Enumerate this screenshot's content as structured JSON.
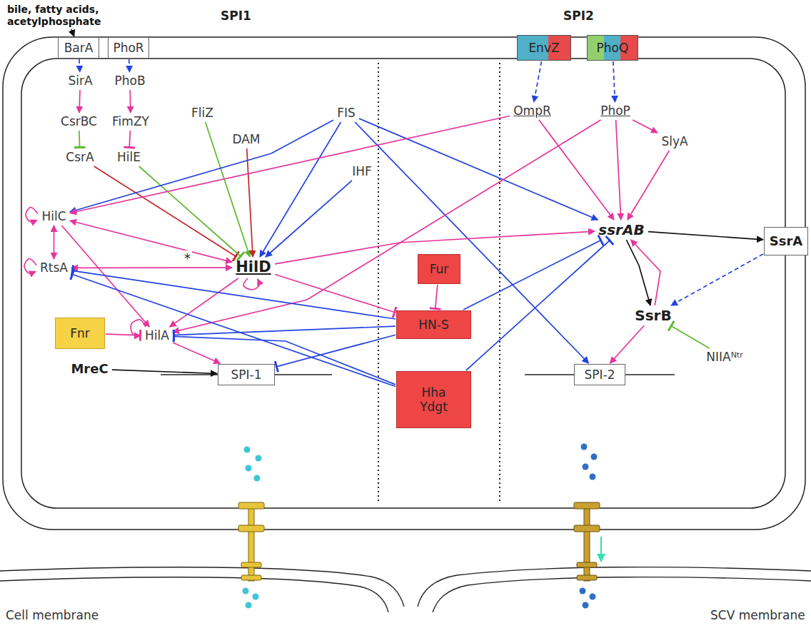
{
  "diagram": {
    "nodes": [
      {
        "text": [
          "bile, fatty acids, acetylphosphate"
        ]
      },
      {
        "text": [
          "BarA"
        ]
      },
      {
        "text": [
          "PhoR"
        ]
      },
      {
        "text": [
          "EnvZ"
        ]
      },
      {
        "text": [
          "PhoQ"
        ]
      },
      {
        "text": [
          "SirA"
        ]
      },
      {
        "text": [
          "PhoB"
        ]
      },
      {
        "text": [
          "FliZ"
        ]
      },
      {
        "text": [
          "DAM"
        ]
      },
      {
        "text": [
          "FIS"
        ]
      },
      {
        "text": [
          "OmpR"
        ]
      },
      {
        "text": [
          "PhoP"
        ]
      },
      {
        "text": [
          "CsrBC"
        ]
      },
      {
        "text": [
          "FimZY"
        ]
      },
      {
        "text": [
          "SlyA"
        ]
      },
      {
        "text": [
          "CsrA"
        ]
      },
      {
        "text": [
          "HilE"
        ]
      },
      {
        "text": [
          "IHF"
        ]
      },
      {
        "text": [
          "HilC"
        ]
      },
      {
        "text": [
          "ssrAB"
        ]
      },
      {
        "text": [
          "SsrA"
        ]
      },
      {
        "text": [
          "HilD"
        ]
      },
      {
        "text": [
          "RtsA"
        ]
      },
      {
        "text": [
          "Fur"
        ]
      },
      {
        "text": [
          "SsrB"
        ]
      },
      {
        "text": [
          "HN-S"
        ]
      },
      {
        "text": [
          "NIIA",
          "Ntr"
        ]
      },
      {
        "text": [
          "Fnr"
        ]
      },
      {
        "text": [
          "HilA"
        ]
      },
      {
        "text": [
          "MreC"
        ]
      },
      {
        "text": [
          "SPI-1"
        ]
      },
      {
        "text": [
          "SPI-2"
        ]
      },
      {
        "text": [
          "Hha Ydgt"
        ]
      }
    ],
    "edges": [
      {
        "from": 0,
        "to": 1,
        "arrow": "to"
      },
      {
        "from": 1,
        "to": 5,
        "arrow": "to"
      },
      {
        "from": 2,
        "to": 6,
        "arrow": "to"
      },
      {
        "from": 3,
        "to": 10,
        "arrow": "to"
      },
      {
        "from": 4,
        "to": 11,
        "arrow": "to"
      },
      {
        "from": 5,
        "to": 12,
        "arrow": "to"
      },
      {
        "from": 6,
        "to": 13,
        "arrow": "to"
      },
      {
        "from": 12,
        "to": 15,
        "arrow": "to"
      },
      {
        "from": 13,
        "to": 16,
        "arrow": "to"
      },
      {
        "from": 15,
        "to": 21,
        "arrow": "to"
      },
      {
        "from": 16,
        "to": 21,
        "arrow": "to"
      },
      {
        "from": 7,
        "to": 21,
        "arrow": "to"
      },
      {
        "from": 8,
        "to": 21,
        "arrow": "to"
      },
      {
        "from": 9,
        "to": 18,
        "arrow": "to"
      },
      {
        "from": 9,
        "to": 21,
        "arrow": "to"
      },
      {
        "from": 9,
        "to": 19,
        "arrow": "to"
      },
      {
        "from": 9,
        "to": 31,
        "arrow": "to"
      },
      {
        "from": 17,
        "to": 21,
        "arrow": "to"
      },
      {
        "from": 10,
        "to": 18,
        "arrow": "to"
      },
      {
        "from": 11,
        "to": 28,
        "arrow": "to"
      },
      {
        "from": 10,
        "to": 19,
        "arrow": "to"
      },
      {
        "from": 11,
        "to": 19,
        "arrow": "to"
      },
      {
        "from": 11,
        "to": 14,
        "arrow": "to"
      },
      {
        "from": 14,
        "to": 19,
        "arrow": "to"
      },
      {
        "from": 18,
        "to": 18,
        "arrow": "to"
      },
      {
        "from": 22,
        "to": 22,
        "arrow": "to"
      },
      {
        "from": 21,
        "to": 21,
        "arrow": "to"
      },
      {
        "from": 28,
        "to": 28,
        "arrow": "to"
      },
      {
        "from": 18,
        "to": 22,
        "arrow": "both"
      },
      {
        "from": 18,
        "to": 21,
        "arrow": "both"
      },
      {
        "from": 22,
        "to": 21,
        "arrow": "both"
      },
      {
        "from": 18,
        "to": 28,
        "arrow": "to"
      },
      {
        "from": 21,
        "to": 28,
        "arrow": "to"
      },
      {
        "from": 28,
        "to": 30,
        "arrow": "to"
      },
      {
        "from": 27,
        "to": 28,
        "arrow": "to"
      },
      {
        "from": 29,
        "to": 30,
        "arrow": "to"
      },
      {
        "from": 25,
        "to": 28,
        "arrow": "to"
      },
      {
        "from": 25,
        "to": 30,
        "arrow": "to"
      },
      {
        "from": 25,
        "to": 19,
        "arrow": "to"
      },
      {
        "from": 25,
        "to": 22,
        "arrow": "to"
      },
      {
        "from": 32,
        "to": 28,
        "arrow": "to"
      },
      {
        "from": 32,
        "to": 19,
        "arrow": "to"
      },
      {
        "from": 32,
        "to": 22,
        "arrow": "to"
      },
      {
        "from": 23,
        "to": 25,
        "arrow": "to"
      },
      {
        "from": 21,
        "to": 25,
        "arrow": "to"
      },
      {
        "from": 21,
        "to": 19,
        "arrow": "to"
      },
      {
        "from": 19,
        "to": 20,
        "arrow": "to"
      },
      {
        "from": 19,
        "to": 24,
        "arrow": "to"
      },
      {
        "from": 24,
        "to": 19,
        "arrow": "to"
      },
      {
        "from": 20,
        "to": 24,
        "arrow": "to"
      },
      {
        "from": 26,
        "to": 24,
        "arrow": "to"
      },
      {
        "from": 24,
        "to": 31,
        "arrow": "to"
      }
    ],
    "labels": [
      "SPI1",
      "SPI2",
      "*",
      "Cell membrane",
      "SCV membrane"
    ]
  }
}
